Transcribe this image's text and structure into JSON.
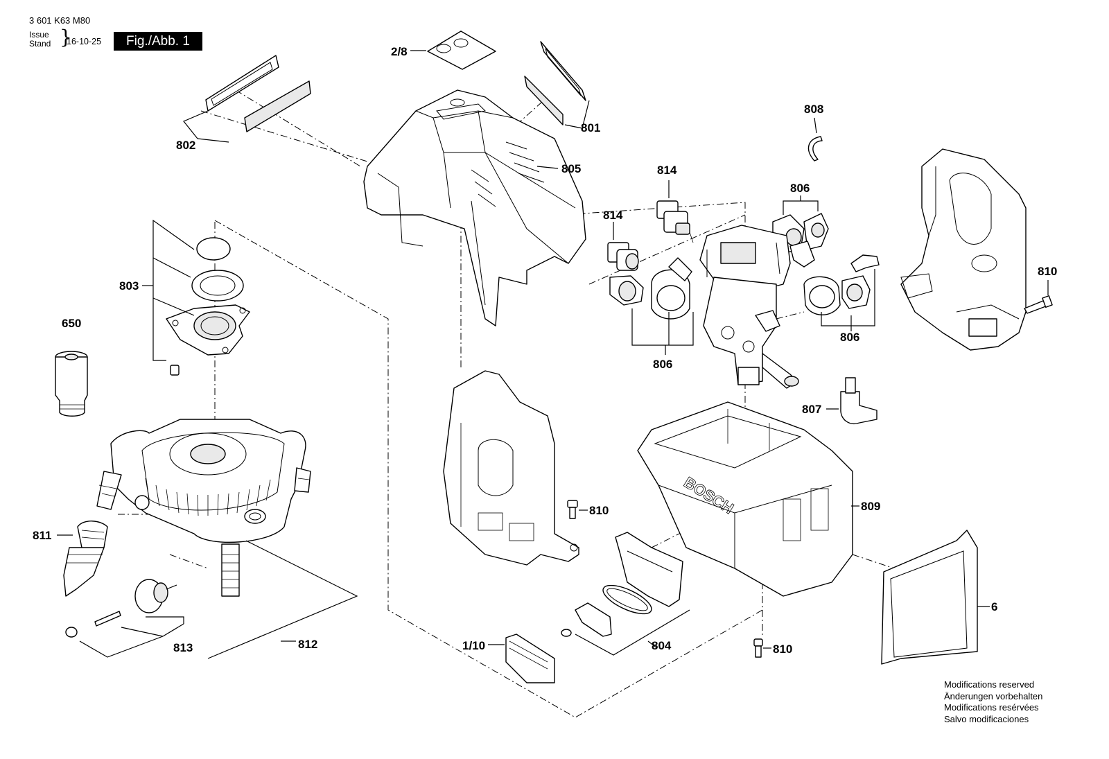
{
  "header": {
    "part_number": "3 601 K63 M80",
    "issue_label": "Issue",
    "stand_label": "Stand",
    "date": "16-10-25",
    "figure_label": "Fig./Abb. 1"
  },
  "callouts": {
    "c_2_8": "2/8",
    "c_801": "801",
    "c_802": "802",
    "c_805": "805",
    "c_808": "808",
    "c_814a": "814",
    "c_814b": "814",
    "c_806a": "806",
    "c_806b": "806",
    "c_806c": "806",
    "c_810a": "810",
    "c_810b": "810",
    "c_810c": "810",
    "c_803": "803",
    "c_650": "650",
    "c_811": "811",
    "c_813": "813",
    "c_812": "812",
    "c_807": "807",
    "c_809": "809",
    "c_6": "6",
    "c_1_10": "1/10",
    "c_804": "804"
  },
  "footer": {
    "mods_en": "Modifications reserved",
    "mods_de": "Änderungen vorbehalten",
    "mods_fr": "Modifications resérvées",
    "mods_es": "Salvo modificaciones"
  }
}
